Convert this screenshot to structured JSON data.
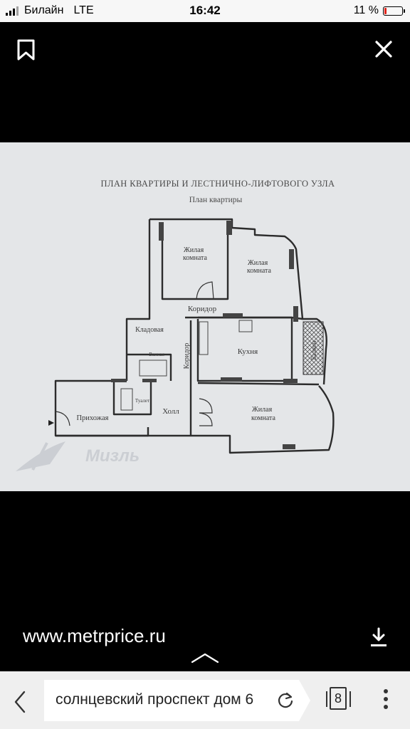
{
  "status_bar": {
    "carrier": "Билайн",
    "network": "LTE",
    "time": "16:42",
    "battery": "11 %",
    "battery_level": 0.11,
    "battery_color": "#e0241b"
  },
  "viewer": {
    "bookmark_icon": "bookmark-icon",
    "close_icon": "close-icon",
    "download_icon": "download-icon",
    "collapse_icon": "chevron-up-icon",
    "source_url": "www.metrprice.ru"
  },
  "floor_plan": {
    "title": "ПЛАН КВАРТИРЫ И ЛЕСТНИЧНО-ЛИФТОВОГО УЗЛА",
    "subtitle": "План квартиры",
    "rooms": {
      "living_room_1_line1": "Жилая",
      "living_room_1_line2": "комната",
      "living_room_2_line1": "Жилая",
      "living_room_2_line2": "комната",
      "corridor_top": "Коридор",
      "storage": "Кладовая",
      "corridor_vertical": "Коридор",
      "kitchen": "Кухня",
      "balcony": "Балкон",
      "bathroom": "Ванная",
      "toilet": "Туалет",
      "hallway": "Прихожая",
      "hall": "Холл",
      "living_room_3_line1": "Жилая",
      "living_room_3_line2": "комната"
    },
    "watermark": "Мизль"
  },
  "browser_bar": {
    "back_icon": "chevron-left-icon",
    "search_text": "солнцевский проспект дом 6",
    "refresh_icon": "refresh-icon",
    "tab_count": "8",
    "menu_icon": "more-vertical-icon"
  }
}
